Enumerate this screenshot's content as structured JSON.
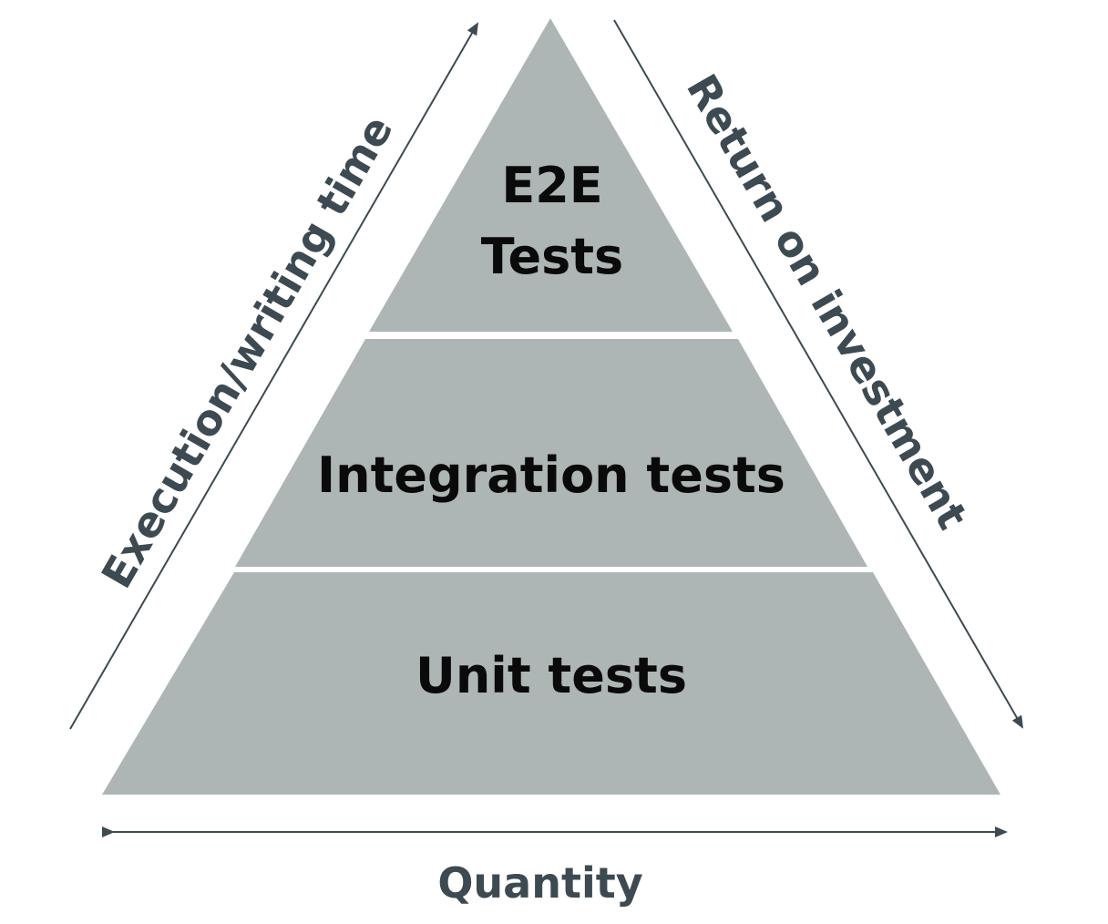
{
  "colors": {
    "tier_fill": "#aeb5b5",
    "label_text": "#0a0a0a",
    "axis": "#3d4a52",
    "separator": "#ffffff"
  },
  "pyramid": {
    "tiers": [
      {
        "id": "e2e",
        "lines": [
          "E2E",
          "Tests"
        ]
      },
      {
        "id": "integration",
        "lines": [
          "Integration tests"
        ]
      },
      {
        "id": "unit",
        "lines": [
          "Unit tests"
        ]
      }
    ]
  },
  "axes": {
    "left": "Execution/writing time",
    "right": "Return on investment",
    "bottom": "Quantity"
  }
}
